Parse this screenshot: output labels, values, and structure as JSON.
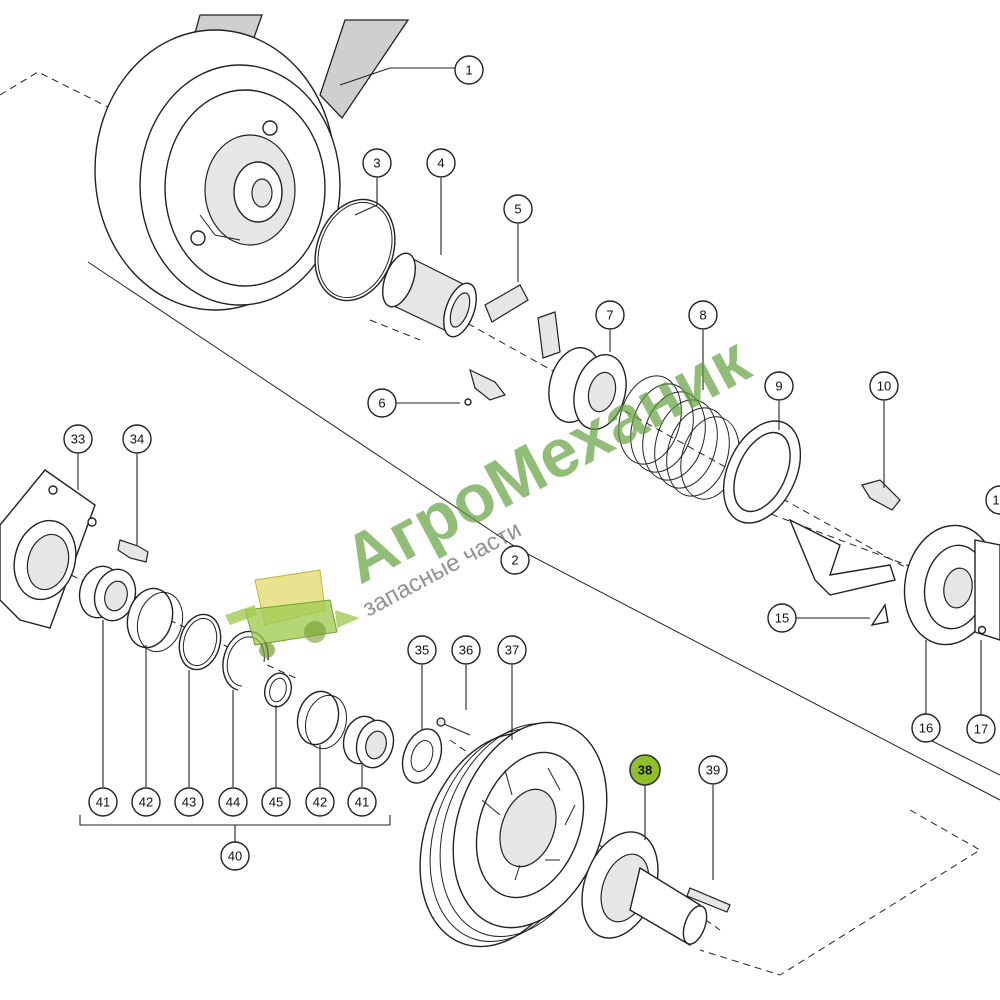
{
  "watermark": {
    "brand": "АгроМеханик",
    "tagline": "запасные части"
  },
  "callouts": [
    {
      "id": "c1",
      "label": "1"
    },
    {
      "id": "c2",
      "label": "2"
    },
    {
      "id": "c3",
      "label": "3"
    },
    {
      "id": "c4",
      "label": "4"
    },
    {
      "id": "c5",
      "label": "5"
    },
    {
      "id": "c6",
      "label": "6"
    },
    {
      "id": "c7",
      "label": "7"
    },
    {
      "id": "c8",
      "label": "8"
    },
    {
      "id": "c9",
      "label": "9"
    },
    {
      "id": "c10",
      "label": "10"
    },
    {
      "id": "c11",
      "label": "1"
    },
    {
      "id": "c15",
      "label": "15"
    },
    {
      "id": "c16",
      "label": "16"
    },
    {
      "id": "c17",
      "label": "17"
    },
    {
      "id": "c33",
      "label": "33"
    },
    {
      "id": "c34",
      "label": "34"
    },
    {
      "id": "c35",
      "label": "35"
    },
    {
      "id": "c36",
      "label": "36"
    },
    {
      "id": "c37",
      "label": "37"
    },
    {
      "id": "c38",
      "label": "38"
    },
    {
      "id": "c39",
      "label": "39"
    },
    {
      "id": "c40",
      "label": "40"
    },
    {
      "id": "c41a",
      "label": "41"
    },
    {
      "id": "c42a",
      "label": "42"
    },
    {
      "id": "c43",
      "label": "43"
    },
    {
      "id": "c44",
      "label": "44"
    },
    {
      "id": "c45",
      "label": "45"
    },
    {
      "id": "c42b",
      "label": "42"
    },
    {
      "id": "c41b",
      "label": "41"
    }
  ],
  "highlight": {
    "label": "38",
    "color": "#8fbf2a"
  },
  "colors": {
    "line": "#222222",
    "watermark_green": "#5f9e3a",
    "belt": "#cfcfcf"
  }
}
